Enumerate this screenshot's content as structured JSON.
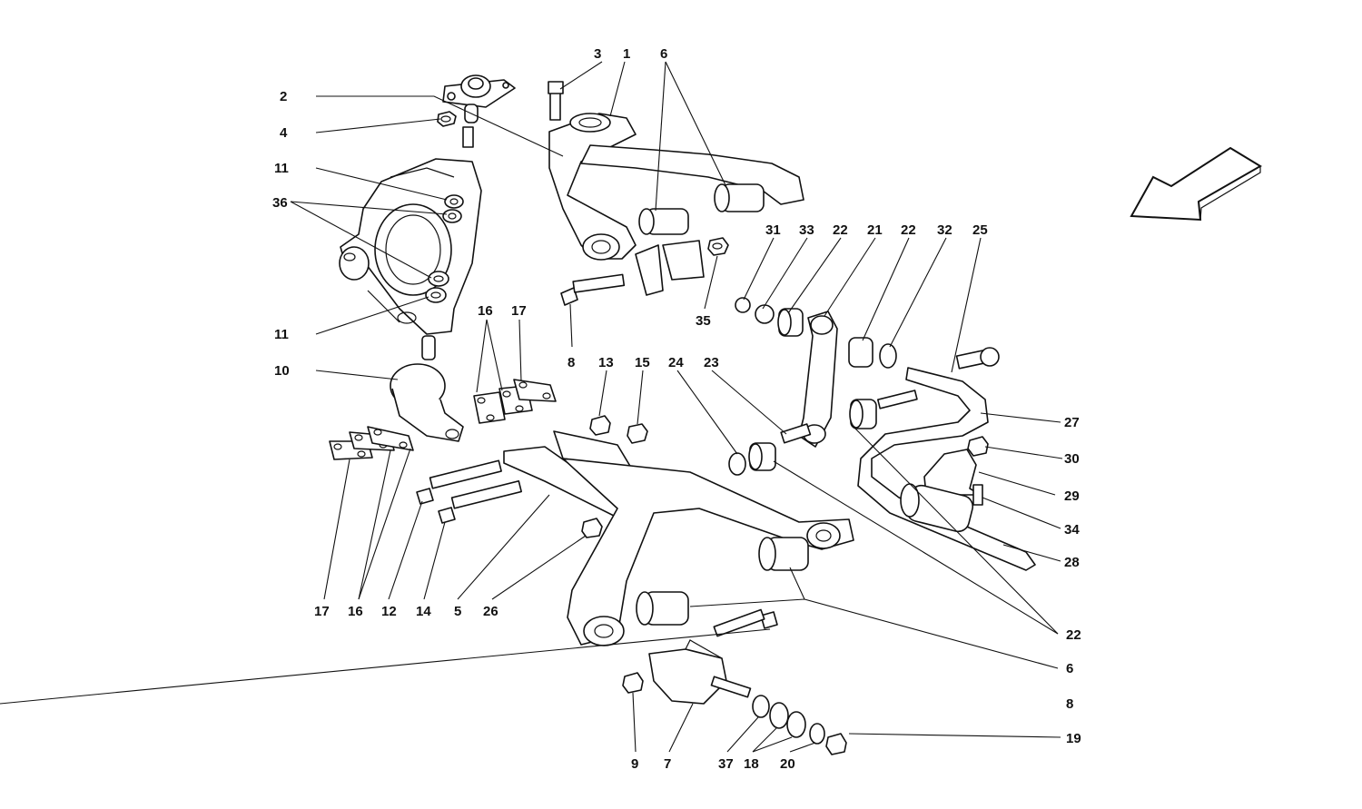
{
  "callouts": {
    "c1": "1",
    "c2": "2",
    "c3": "3",
    "c4": "4",
    "c5": "5",
    "c6a": "6",
    "c6b": "6",
    "c7": "7",
    "c8a": "8",
    "c8b": "8",
    "c9": "9",
    "c10": "10",
    "c11a": "11",
    "c11b": "11",
    "c12": "12",
    "c13": "13",
    "c14": "14",
    "c15": "15",
    "c16a": "16",
    "c16b": "16",
    "c17a": "17",
    "c17b": "17",
    "c18": "18",
    "c19": "19",
    "c20": "20",
    "c21": "21",
    "c22a": "22",
    "c22b": "22",
    "c22c": "22",
    "c23": "23",
    "c24": "24",
    "c25": "25",
    "c26": "26",
    "c27": "27",
    "c28": "28",
    "c29": "29",
    "c30": "30",
    "c31": "31",
    "c32": "32",
    "c33": "33",
    "c34": "34",
    "c35": "35",
    "c36": "36",
    "c37": "37"
  }
}
